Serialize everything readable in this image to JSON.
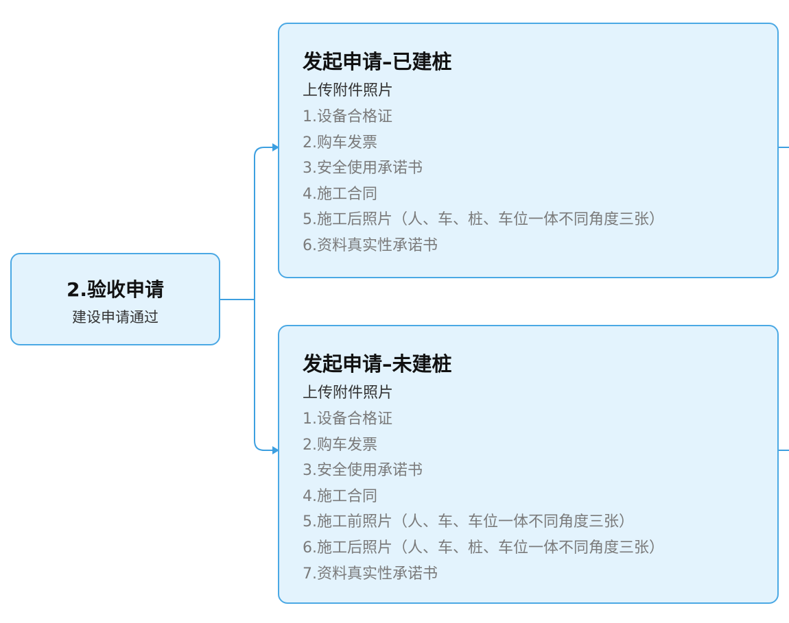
{
  "root": {
    "title": "2.验收申请",
    "subtitle": "建设申请通过"
  },
  "branches": [
    {
      "title": "发起申请–已建桩",
      "subtitle": "上传附件照片",
      "items": [
        "1.设备合格证",
        "2.购车发票",
        "3.安全使用承诺书",
        "4.施工合同",
        "5.施工后照片（人、车、桩、车位一体不同角度三张）",
        "6.资料真实性承诺书"
      ]
    },
    {
      "title": "发起申请–未建桩",
      "subtitle": "上传附件照片",
      "items": [
        "1.设备合格证",
        "2.购车发票",
        "3.安全使用承诺书",
        "4.施工合同",
        "5.施工前照片（人、车、车位一体不同角度三张）",
        "6.施工后照片（人、车、桩、车位一体不同角度三张）",
        "7.资料真实性承诺书"
      ]
    }
  ],
  "colors": {
    "node_fill": "#e3f3fd",
    "node_border": "#4aa8e4",
    "connector": "#3c9fe0"
  }
}
